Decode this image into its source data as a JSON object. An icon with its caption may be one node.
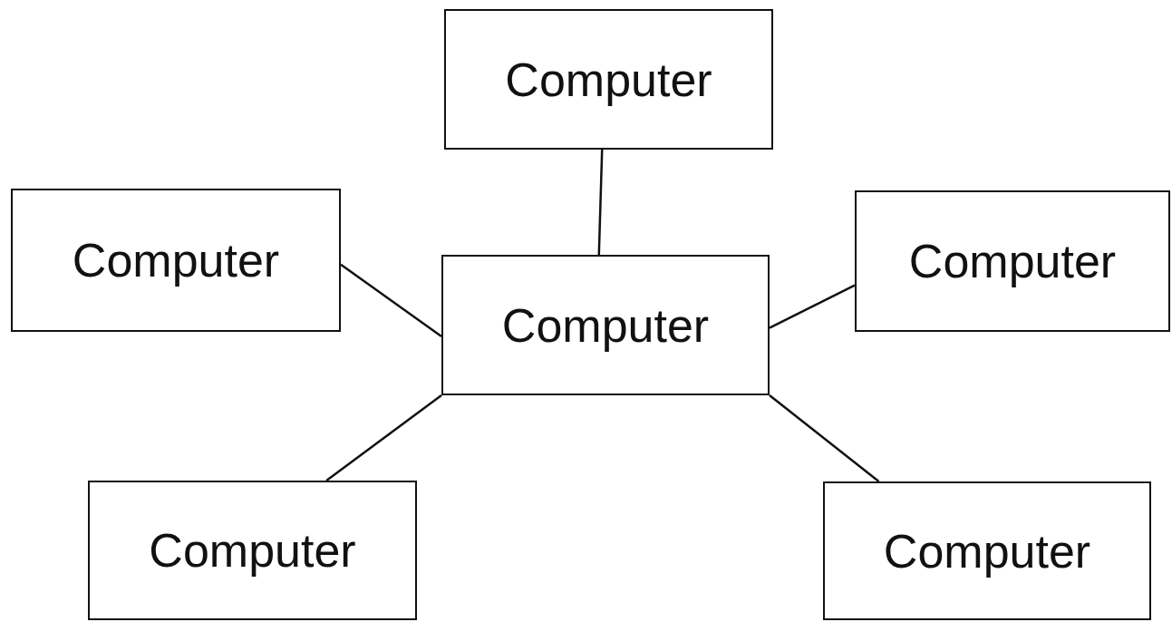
{
  "diagram": {
    "nodes": [
      {
        "text": [
          "Computer"
        ]
      },
      {
        "text": [
          "Computer"
        ]
      },
      {
        "text": [
          "Computer"
        ]
      },
      {
        "text": [
          "Computer"
        ]
      },
      {
        "text": [
          "Computer"
        ]
      },
      {
        "text": [
          "Computer"
        ]
      }
    ],
    "edges": [
      {
        "from": 0,
        "to": 3,
        "arrow": "none"
      },
      {
        "from": 1,
        "to": 3,
        "arrow": "none"
      },
      {
        "from": 2,
        "to": 3,
        "arrow": "none"
      },
      {
        "from": 4,
        "to": 3,
        "arrow": "none"
      },
      {
        "from": 5,
        "to": 3,
        "arrow": "none"
      }
    ]
  }
}
